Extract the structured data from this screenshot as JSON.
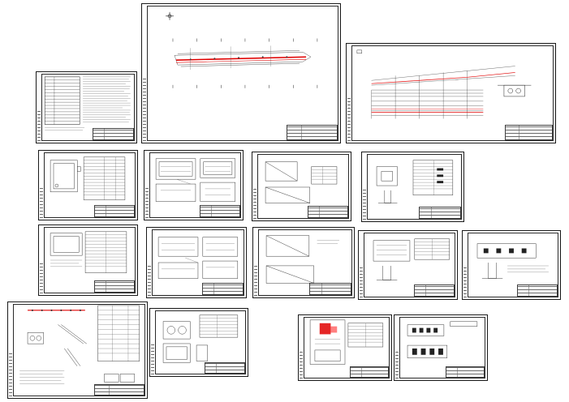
{
  "drawing_set": {
    "stamp_text": "",
    "colors": {
      "line": "#1a1a1a",
      "accent": "#e00000",
      "fill": "#ffffff"
    },
    "sheets": [
      {
        "id": "sheet-general-notes",
        "title": "",
        "stamp": ""
      },
      {
        "id": "sheet-site-plan",
        "title": "",
        "stamp": ""
      },
      {
        "id": "sheet-longitudinal-profile",
        "title": "",
        "stamp": ""
      },
      {
        "id": "sheet-chamber-1",
        "title": "",
        "stamp": ""
      },
      {
        "id": "sheet-chamber-2",
        "title": "",
        "stamp": ""
      },
      {
        "id": "sheet-chamber-3",
        "title": "",
        "stamp": ""
      },
      {
        "id": "sheet-chamber-4",
        "title": "",
        "stamp": ""
      },
      {
        "id": "sheet-chamber-5",
        "title": "",
        "stamp": ""
      },
      {
        "id": "sheet-chamber-6",
        "title": "",
        "stamp": ""
      },
      {
        "id": "sheet-chamber-7",
        "title": "",
        "stamp": ""
      },
      {
        "id": "sheet-chamber-8",
        "title": "",
        "stamp": ""
      },
      {
        "id": "sheet-chamber-9",
        "title": "",
        "stamp": ""
      },
      {
        "id": "sheet-cable-duct",
        "title": "",
        "stamp": ""
      },
      {
        "id": "sheet-well-detail",
        "title": "",
        "stamp": ""
      },
      {
        "id": "sheet-crossing-1",
        "title": "",
        "stamp": ""
      },
      {
        "id": "sheet-crossing-2",
        "title": "",
        "stamp": ""
      }
    ]
  }
}
